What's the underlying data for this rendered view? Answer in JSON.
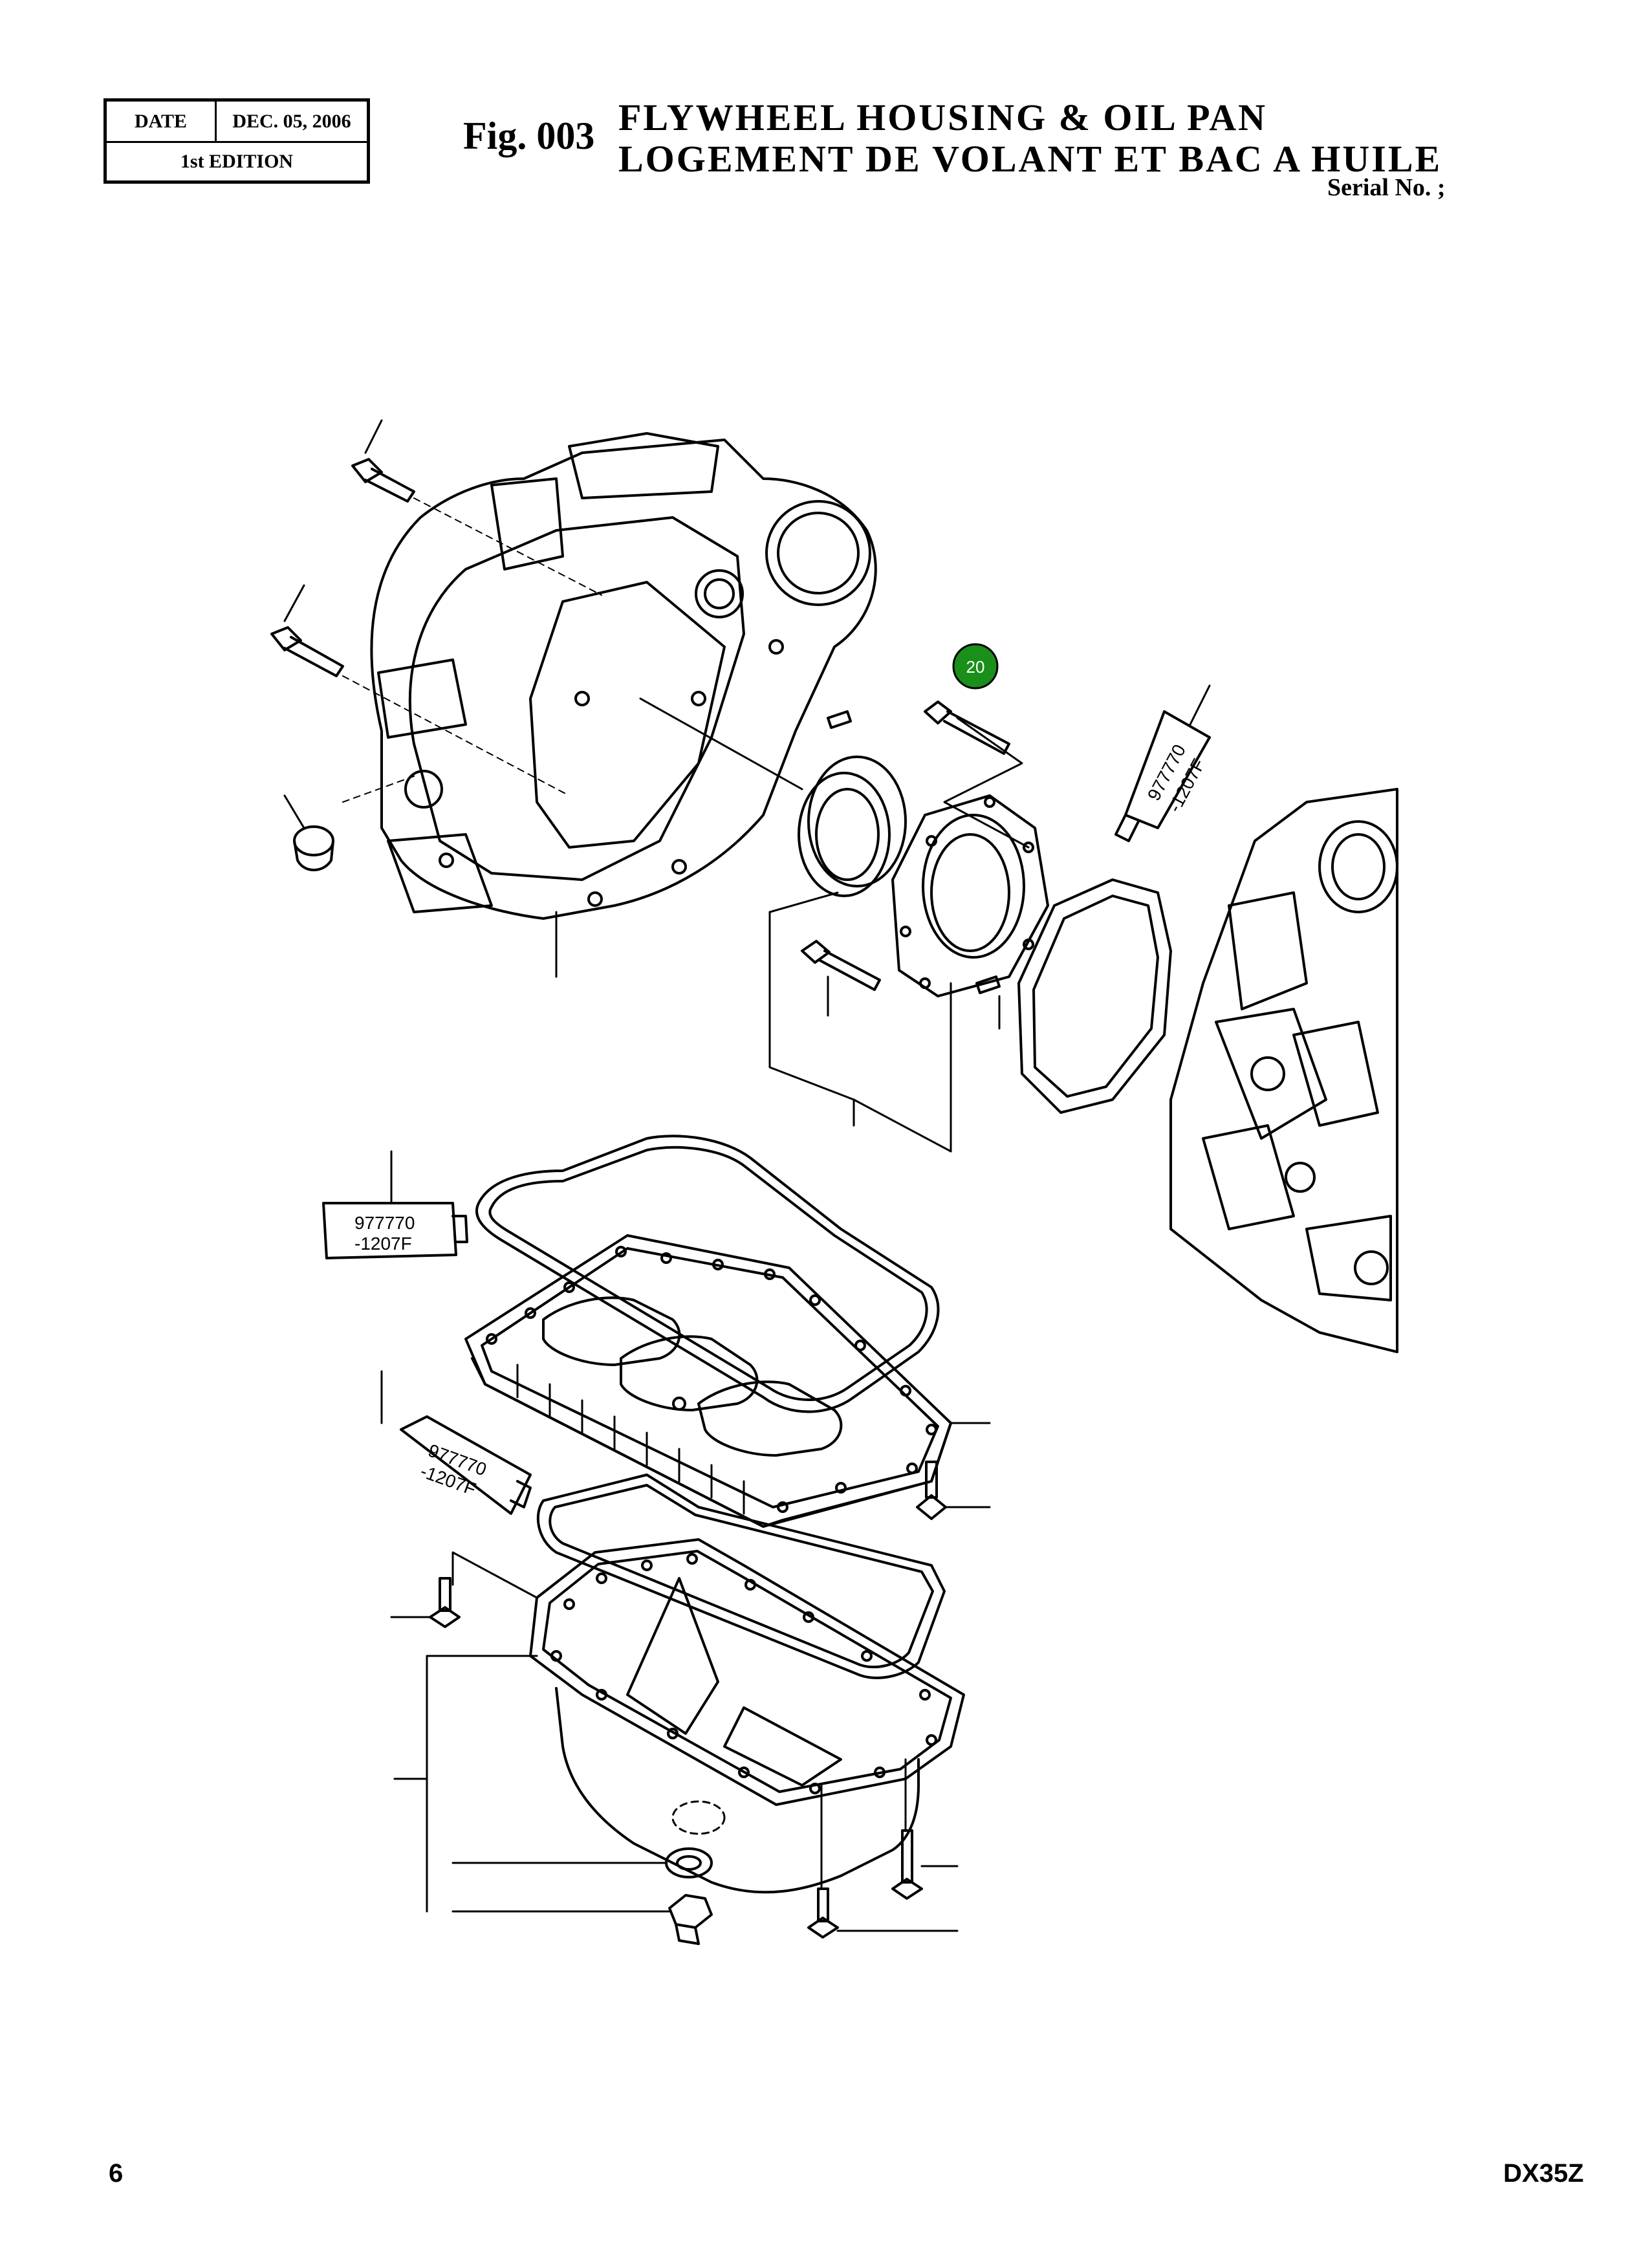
{
  "header": {
    "date_label": "DATE",
    "date_value": "DEC. 05, 2006",
    "edition": "1st EDITION",
    "fig_label": "Fig. 003",
    "title_en": "FLYWHEEL HOUSING & OIL PAN",
    "title_fr": "LOGEMENT DE VOLANT ET BAC A HUILE",
    "serial": "Serial No. ;"
  },
  "diagram": {
    "callout": "20",
    "callout_color": "#1a8f1a",
    "sealant_tubes": [
      {
        "line1": "977770",
        "line2": "-1207F"
      },
      {
        "line1": "977770",
        "line2": "-1207F"
      },
      {
        "line1": "977770",
        "line2": "-1207F"
      }
    ]
  },
  "footer": {
    "page_number": "6",
    "model": "DX35Z"
  }
}
